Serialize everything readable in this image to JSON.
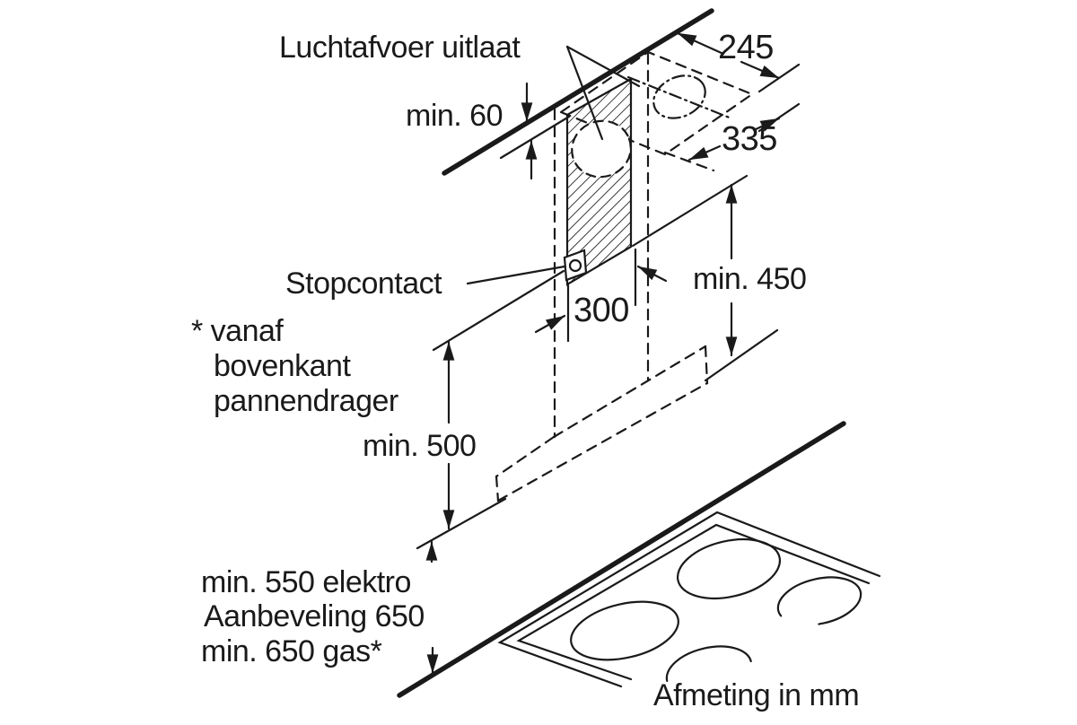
{
  "diagram": {
    "labels": {
      "air_outlet": "Luchtafvoer uitlaat",
      "min_60": "min. 60",
      "dim_245": "245",
      "dim_335": "335",
      "socket": "Stopcontact",
      "dim_300": "300",
      "min_450": "min. 450",
      "footnote_line1": "* vanaf",
      "footnote_line2": "bovenkant",
      "footnote_line3": "pannendrager",
      "min_500": "min. 500",
      "clearance_line1": "min. 550 elektro",
      "clearance_line2": "Aanbeveling 650",
      "clearance_line3": "min. 650 gas*",
      "units_note": "Afmeting in mm"
    },
    "colors": {
      "ink": "#1a1a1a",
      "background": "#ffffff"
    }
  }
}
